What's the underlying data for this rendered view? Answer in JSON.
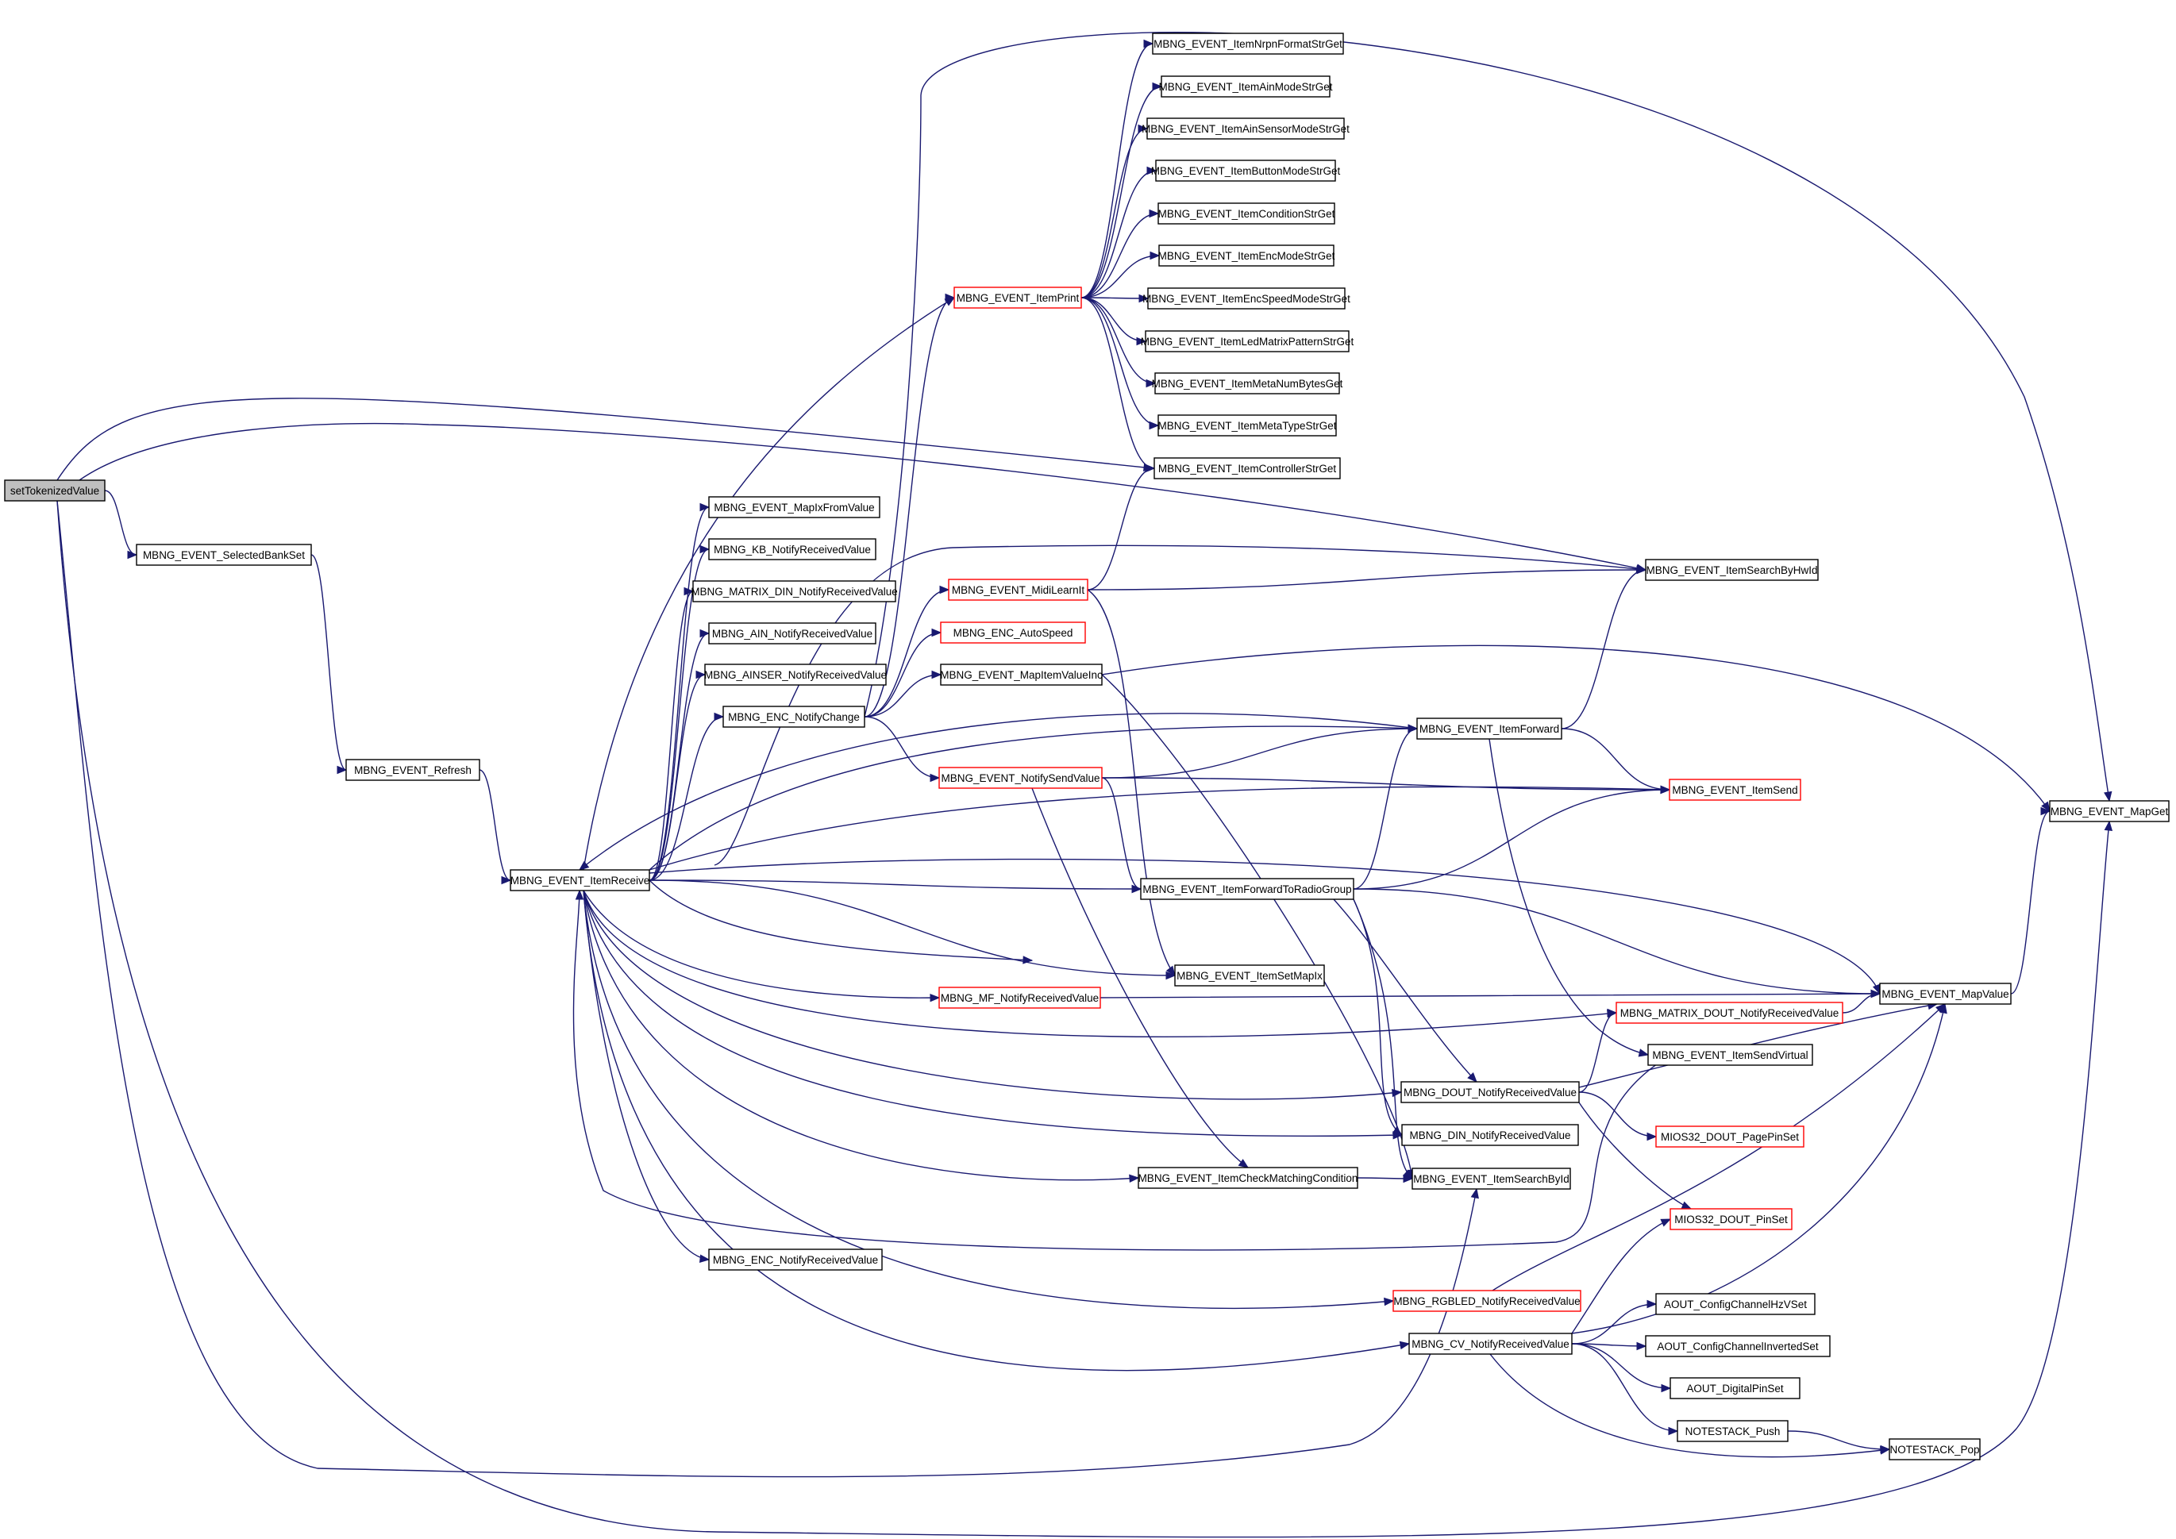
{
  "colors": {
    "edge": "#191970",
    "node_border": "#000000",
    "node_border_incomplete": "#ff0000",
    "root_fill": "#bfbfbf",
    "background": "#ffffff"
  },
  "nodes": {
    "setTokenizedValue": {
      "label": "setTokenizedValue",
      "root": true
    },
    "SelectedBankSet": {
      "label": "MBNG_EVENT_SelectedBankSet"
    },
    "Refresh": {
      "label": "MBNG_EVENT_Refresh"
    },
    "ItemReceive": {
      "label": "MBNG_EVENT_ItemReceive"
    },
    "MapIxFromValue": {
      "label": "MBNG_EVENT_MapIxFromValue"
    },
    "KB_Notify": {
      "label": "MBNG_KB_NotifyReceivedValue"
    },
    "MATRIX_DIN": {
      "label": "MBNG_MATRIX_DIN_NotifyReceivedValue"
    },
    "AIN_Notify": {
      "label": "MBNG_AIN_NotifyReceivedValue"
    },
    "AINSER_Notify": {
      "label": "MBNG_AINSER_NotifyReceivedValue"
    },
    "ENC_NotifyChange": {
      "label": "MBNG_ENC_NotifyChange"
    },
    "ENC_NotifyReceived": {
      "label": "MBNG_ENC_NotifyReceivedValue"
    },
    "ItemPrint": {
      "label": "MBNG_EVENT_ItemPrint",
      "red": true
    },
    "NrpnFormat": {
      "label": "MBNG_EVENT_ItemNrpnFormatStrGet"
    },
    "AinMode": {
      "label": "MBNG_EVENT_ItemAinModeStrGet"
    },
    "AinSensorMode": {
      "label": "MBNG_EVENT_ItemAinSensorModeStrGet"
    },
    "ButtonMode": {
      "label": "MBNG_EVENT_ItemButtonModeStrGet"
    },
    "Condition": {
      "label": "MBNG_EVENT_ItemConditionStrGet"
    },
    "EncMode": {
      "label": "MBNG_EVENT_ItemEncModeStrGet"
    },
    "EncSpeedMode": {
      "label": "MBNG_EVENT_ItemEncSpeedModeStrGet"
    },
    "LedMatrixPattern": {
      "label": "MBNG_EVENT_ItemLedMatrixPatternStrGet"
    },
    "MetaNumBytes": {
      "label": "MBNG_EVENT_ItemMetaNumBytesGet"
    },
    "MetaType": {
      "label": "MBNG_EVENT_ItemMetaTypeStrGet"
    },
    "ControllerStr": {
      "label": "MBNG_EVENT_ItemControllerStrGet"
    },
    "MidiLearnIt": {
      "label": "MBNG_EVENT_MidiLearnIt",
      "red": true
    },
    "AutoSpeed": {
      "label": "MBNG_ENC_AutoSpeed",
      "red": true
    },
    "MapItemValueInc": {
      "label": "MBNG_EVENT_MapItemValueInc"
    },
    "NotifySendValue": {
      "label": "MBNG_EVENT_NotifySendValue",
      "red": true
    },
    "ItemForwardToRadioGroup": {
      "label": "MBNG_EVENT_ItemForwardToRadioGroup"
    },
    "ItemSetMapIx": {
      "label": "MBNG_EVENT_ItemSetMapIx"
    },
    "MF_Notify": {
      "label": "MBNG_MF_NotifyReceivedValue",
      "red": true
    },
    "ItemCheckMatching": {
      "label": "MBNG_EVENT_ItemCheckMatchingCondition"
    },
    "ItemSearchByHwId": {
      "label": "MBNG_EVENT_ItemSearchByHwId"
    },
    "ItemForward": {
      "label": "MBNG_EVENT_ItemForward"
    },
    "ItemSend": {
      "label": "MBNG_EVENT_ItemSend",
      "red": true
    },
    "MATRIX_DOUT": {
      "label": "MBNG_MATRIX_DOUT_NotifyReceivedValue",
      "red": true
    },
    "ItemSendVirtual": {
      "label": "MBNG_EVENT_ItemSendVirtual"
    },
    "DOUT_Notify": {
      "label": "MBNG_DOUT_NotifyReceivedValue"
    },
    "DIN_Notify": {
      "label": "MBNG_DIN_NotifyReceivedValue"
    },
    "ItemSearchById": {
      "label": "MBNG_EVENT_ItemSearchById"
    },
    "RGBLED_Notify": {
      "label": "MBNG_RGBLED_NotifyReceivedValue",
      "red": true
    },
    "CV_Notify": {
      "label": "MBNG_CV_NotifyReceivedValue"
    },
    "PagePinSet": {
      "label": "MIOS32_DOUT_PagePinSet",
      "red": true
    },
    "PinSet": {
      "label": "MIOS32_DOUT_PinSet",
      "red": true
    },
    "HzVSet": {
      "label": "AOUT_ConfigChannelHzVSet"
    },
    "InvertedSet": {
      "label": "AOUT_ConfigChannelInvertedSet"
    },
    "DigitalPinSet": {
      "label": "AOUT_DigitalPinSet"
    },
    "NotestackPush": {
      "label": "NOTESTACK_Push"
    },
    "NotestackPop": {
      "label": "NOTESTACK_Pop"
    },
    "MapValue": {
      "label": "MBNG_EVENT_MapValue"
    },
    "MapGet": {
      "label": "MBNG_EVENT_MapGet"
    }
  },
  "edges": [
    [
      "setTokenizedValue",
      "SelectedBankSet"
    ],
    [
      "setTokenizedValue",
      "ControllerStr"
    ],
    [
      "setTokenizedValue",
      "ItemSearchByHwId"
    ],
    [
      "setTokenizedValue",
      "ItemSearchById"
    ],
    [
      "setTokenizedValue",
      "MapGet"
    ],
    [
      "SelectedBankSet",
      "Refresh"
    ],
    [
      "Refresh",
      "ItemReceive"
    ],
    [
      "ItemReceive",
      "ItemPrint"
    ],
    [
      "ItemReceive",
      "MapIxFromValue"
    ],
    [
      "ItemReceive",
      "KB_Notify"
    ],
    [
      "ItemReceive",
      "MATRIX_DIN"
    ],
    [
      "ItemReceive",
      "AIN_Notify"
    ],
    [
      "ItemReceive",
      "AINSER_Notify"
    ],
    [
      "ItemReceive",
      "ENC_NotifyChange"
    ],
    [
      "ItemReceive",
      "ItemForward"
    ],
    [
      "ItemReceive",
      "ItemSend"
    ],
    [
      "ItemReceive",
      "ItemForwardToRadioGroup"
    ],
    [
      "ItemReceive",
      "ItemSetMapIx"
    ],
    [
      "ItemReceive",
      "MF_Notify"
    ],
    [
      "ItemReceive",
      "MATRIX_DOUT"
    ],
    [
      "ItemReceive",
      "DOUT_Notify"
    ],
    [
      "ItemReceive",
      "DIN_Notify"
    ],
    [
      "ItemReceive",
      "ItemCheckMatching"
    ],
    [
      "ItemReceive",
      "ENC_NotifyReceived"
    ],
    [
      "ItemReceive",
      "RGBLED_Notify"
    ],
    [
      "ItemReceive",
      "CV_Notify"
    ],
    [
      "ItemReceive",
      "MapValue"
    ],
    [
      "ItemReceive",
      "ItemSearchByHwId"
    ],
    [
      "ItemReceive",
      "MapGet"
    ],
    [
      "ItemSendVirtual",
      "ItemReceive"
    ],
    [
      "ItemForward",
      "ItemReceive"
    ],
    [
      "ItemPrint",
      "NrpnFormat"
    ],
    [
      "ItemPrint",
      "AinMode"
    ],
    [
      "ItemPrint",
      "AinSensorMode"
    ],
    [
      "ItemPrint",
      "ButtonMode"
    ],
    [
      "ItemPrint",
      "Condition"
    ],
    [
      "ItemPrint",
      "EncMode"
    ],
    [
      "ItemPrint",
      "EncSpeedMode"
    ],
    [
      "ItemPrint",
      "LedMatrixPattern"
    ],
    [
      "ItemPrint",
      "MetaNumBytes"
    ],
    [
      "ItemPrint",
      "MetaType"
    ],
    [
      "ItemPrint",
      "ControllerStr"
    ],
    [
      "ENC_NotifyChange",
      "ItemPrint"
    ],
    [
      "ENC_NotifyChange",
      "MidiLearnIt"
    ],
    [
      "ENC_NotifyChange",
      "AutoSpeed"
    ],
    [
      "ENC_NotifyChange",
      "MapItemValueInc"
    ],
    [
      "ENC_NotifyChange",
      "NotifySendValue"
    ],
    [
      "ENC_NotifyChange",
      "MapGet"
    ],
    [
      "MidiLearnIt",
      "ControllerStr"
    ],
    [
      "MidiLearnIt",
      "ItemSearchByHwId"
    ],
    [
      "MidiLearnIt",
      "ItemSetMapIx"
    ],
    [
      "MapItemValueInc",
      "MapGet"
    ],
    [
      "MapItemValueInc",
      "ItemSearchById"
    ],
    [
      "NotifySendValue",
      "ItemForward"
    ],
    [
      "NotifySendValue",
      "ItemSend"
    ],
    [
      "NotifySendValue",
      "ItemForwardToRadioGroup"
    ],
    [
      "NotifySendValue",
      "ItemCheckMatching"
    ],
    [
      "ItemForward",
      "ItemSearchByHwId"
    ],
    [
      "ItemForward",
      "ItemSend"
    ],
    [
      "ItemForward",
      "ItemSendVirtual"
    ],
    [
      "ItemForwardToRadioGroup",
      "ItemForward"
    ],
    [
      "ItemForwardToRadioGroup",
      "ItemSend"
    ],
    [
      "ItemForwardToRadioGroup",
      "MapValue"
    ],
    [
      "ItemForwardToRadioGroup",
      "DOUT_Notify"
    ],
    [
      "ItemForwardToRadioGroup",
      "DIN_Notify"
    ],
    [
      "ItemForwardToRadioGroup",
      "ItemSearchById"
    ],
    [
      "MF_Notify",
      "MapValue"
    ],
    [
      "ItemCheckMatching",
      "ItemSearchById"
    ],
    [
      "MATRIX_DOUT",
      "MapValue"
    ],
    [
      "DOUT_Notify",
      "MATRIX_DOUT"
    ],
    [
      "DOUT_Notify",
      "MapValue"
    ],
    [
      "DOUT_Notify",
      "PagePinSet"
    ],
    [
      "DOUT_Notify",
      "PinSet"
    ],
    [
      "RGBLED_Notify",
      "MapValue"
    ],
    [
      "CV_Notify",
      "PinSet"
    ],
    [
      "CV_Notify",
      "MapValue"
    ],
    [
      "CV_Notify",
      "HzVSet"
    ],
    [
      "CV_Notify",
      "InvertedSet"
    ],
    [
      "CV_Notify",
      "DigitalPinSet"
    ],
    [
      "CV_Notify",
      "NotestackPush"
    ],
    [
      "CV_Notify",
      "NotestackPop"
    ],
    [
      "NotestackPush",
      "NotestackPop"
    ],
    [
      "MapValue",
      "MapGet"
    ]
  ]
}
